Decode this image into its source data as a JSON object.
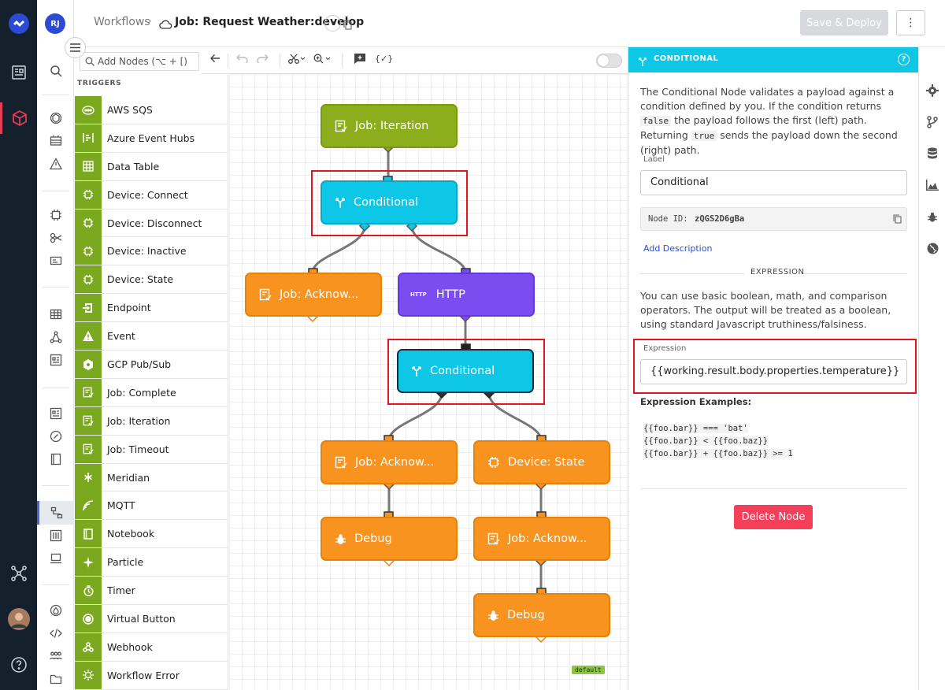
{
  "header": {
    "breadcrumb_root": "Workflows",
    "breadcrumb_sep": "›",
    "job_title": "Job: Request Weather:develop",
    "dropdown_glyph": "▾",
    "save_label": "Save & Deploy",
    "more_label": "⋮"
  },
  "user": {
    "initials": "RJ"
  },
  "palette": {
    "search_placeholder": "Add Nodes (⌥ + [)",
    "section_title": "TRIGGERS",
    "items": [
      {
        "label": "AWS SQS",
        "icon": "aws-sqs-icon"
      },
      {
        "label": "Azure Event Hubs",
        "icon": "azure-icon"
      },
      {
        "label": "Data Table",
        "icon": "table-icon"
      },
      {
        "label": "Device: Connect",
        "icon": "chip-icon"
      },
      {
        "label": "Device: Disconnect",
        "icon": "chip-icon"
      },
      {
        "label": "Device: Inactive",
        "icon": "chip-icon"
      },
      {
        "label": "Device: State",
        "icon": "chip-icon"
      },
      {
        "label": "Endpoint",
        "icon": "endpoint-icon"
      },
      {
        "label": "Event",
        "icon": "warning-icon"
      },
      {
        "label": "GCP Pub/Sub",
        "icon": "gcp-icon"
      },
      {
        "label": "Job: Complete",
        "icon": "job-icon"
      },
      {
        "label": "Job: Iteration",
        "icon": "job-icon"
      },
      {
        "label": "Job: Timeout",
        "icon": "job-icon"
      },
      {
        "label": "Meridian",
        "icon": "meridian-icon"
      },
      {
        "label": "MQTT",
        "icon": "mqtt-icon"
      },
      {
        "label": "Notebook",
        "icon": "notebook-icon"
      },
      {
        "label": "Particle",
        "icon": "particle-icon"
      },
      {
        "label": "Timer",
        "icon": "timer-icon"
      },
      {
        "label": "Virtual Button",
        "icon": "button-icon"
      },
      {
        "label": "Webhook",
        "icon": "webhook-icon"
      },
      {
        "label": "Workflow Error",
        "icon": "error-icon"
      }
    ]
  },
  "toolbar": {
    "expression_label": "{✓}"
  },
  "canvas": {
    "nodes": [
      {
        "id": "n1",
        "label": "Job: Iteration",
        "color": "green"
      },
      {
        "id": "n2",
        "label": "Conditional",
        "color": "cyan"
      },
      {
        "id": "n3",
        "label": "Job: Acknow...",
        "color": "orange"
      },
      {
        "id": "n4",
        "label": "HTTP",
        "color": "purple",
        "tag": "HTTP"
      },
      {
        "id": "n5",
        "label": "Conditional",
        "color": "cyan"
      },
      {
        "id": "n6",
        "label": "Job: Acknow...",
        "color": "orange"
      },
      {
        "id": "n7",
        "label": "Device: State",
        "color": "orange"
      },
      {
        "id": "n8",
        "label": "Debug",
        "color": "orange"
      },
      {
        "id": "n9",
        "label": "Job: Acknow...",
        "color": "orange"
      },
      {
        "id": "n10",
        "label": "Debug",
        "color": "orange"
      }
    ],
    "default_tag": "default"
  },
  "panel": {
    "title": "CONDITIONAL",
    "help": "?",
    "desc_1": "The Conditional Node validates a payload against a condition defined by you. If the condition returns ",
    "code_false": "false",
    "desc_2": " the payload follows the first (left) path. Returning ",
    "code_true": "true",
    "desc_3": " sends the payload down the second (right) path.",
    "label_label": "Label",
    "label_value": "Conditional",
    "node_id_key": "Node ID:",
    "node_id_value": "zQGS2D6gBa",
    "add_description": "Add Description",
    "expression_section": "EXPRESSION",
    "expression_desc": "You can use basic boolean, math, and comparison operators. The output will be treated as a boolean, using standard Javascript truthiness/falsiness.",
    "expression_label": "Expression",
    "expression_value": "{{working.result.body.properties.temperature}}",
    "examples_title": "Expression Examples:",
    "examples": [
      "{{foo.bar}} === 'bat'",
      "{{foo.bar}} < {{foo.baz}}",
      "{{foo.bar}} + {{foo.baz}} >= 1"
    ],
    "delete_label": "Delete Node"
  },
  "colors": {
    "green": "#8cae1c",
    "cyan": "#0ec7e6",
    "orange": "#f7931e",
    "purple": "#7b4df0",
    "danger": "#f43f5b",
    "highlight": "#e3161e"
  }
}
